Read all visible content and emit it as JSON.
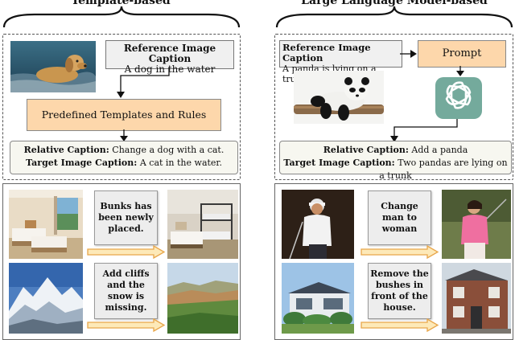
{
  "left": {
    "title": "Template-based",
    "reference_caption_title": "Reference Image Caption",
    "reference_caption_text": "A dog in the water",
    "templates_label": "Predefined Templates and Rules",
    "relative_label": "Relative Caption:",
    "relative_text": " Change a dog with a cat.",
    "target_label": "Target Image Caption:",
    "target_text": " A cat in the water.",
    "examples": [
      {
        "caption": "Bunks has been newly placed."
      },
      {
        "caption": "Add cliffs and the snow is missing."
      }
    ]
  },
  "right": {
    "title": "Large Language Model-based",
    "reference_caption_title": "Reference Image Caption",
    "reference_caption_text": "A panda is lying on a trunk",
    "prompt_label": "Prompt",
    "relative_label": "Relative Caption:",
    "relative_text": " Add a panda",
    "target_label": "Target Image Caption:",
    "target_text": " Two pandas are lying on a trunk",
    "examples": [
      {
        "caption": "Change man to woman"
      },
      {
        "caption": "Remove the bushes in front of the house."
      }
    ]
  },
  "colors": {
    "orange_box": "#fdd7ab",
    "caption_box": "#f0f0f0",
    "arrow_fill": "#fde9b8",
    "arrow_stroke": "#e8a64a",
    "chatgpt": "#74aa9c"
  },
  "icons": [
    "chatgpt-logo-icon"
  ]
}
